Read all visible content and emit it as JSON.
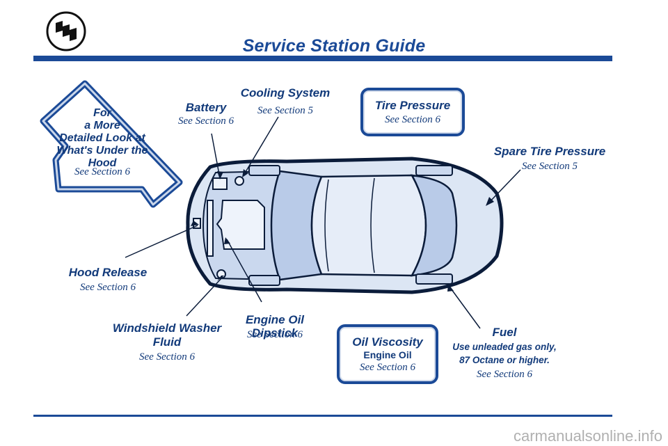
{
  "title": "Service Station Guide",
  "logo": {
    "name": "buick-tri-shield-logo"
  },
  "arrow_callout": {
    "line1": "For",
    "line2": "a More",
    "line3": "Detailed Look at",
    "line4": "What's Under the Hood",
    "sub": "See Section 6"
  },
  "labels": {
    "battery": {
      "head": "Battery",
      "sub": "See Section 6"
    },
    "cooling": {
      "head": "Cooling System",
      "sub": "See Section 5"
    },
    "spare_tire": {
      "head": "Spare Tire Pressure",
      "sub": "See Section 5"
    },
    "hood_release": {
      "head": "Hood Release",
      "sub": "See Section 6"
    },
    "washer": {
      "head1": "Windshield Washer",
      "head2": "Fluid",
      "sub": "See Section 6"
    },
    "dipstick": {
      "head": "Engine Oil Dipstick",
      "sub": "See Section 6"
    },
    "fuel": {
      "head": "Fuel",
      "line1": "Use unleaded gas only,",
      "line2": "87 Octane or higher.",
      "sub": "See Section 6"
    }
  },
  "boxes": {
    "tire": {
      "head": "Tire Pressure",
      "sub": "See Section 6"
    },
    "oil": {
      "head": "Oil Viscosity",
      "mid": "Engine Oil",
      "sub": "See Section 6"
    }
  },
  "watermark": "carmanualsonline.info",
  "colors": {
    "brand_blue": "#1b4a97",
    "car_fill": "#dce6f4"
  }
}
